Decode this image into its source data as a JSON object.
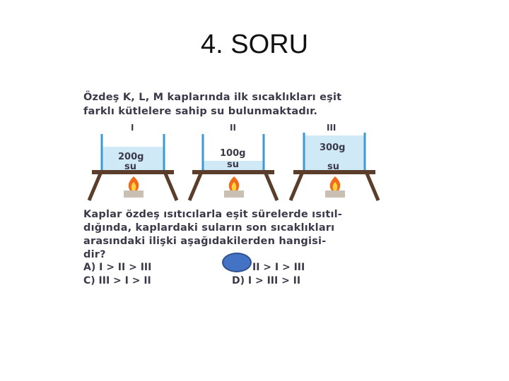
{
  "slide": {
    "title": "4. SORU"
  },
  "question": {
    "intro_line1": "Özdeş K, L, M kaplarında ilk sıcaklıkları eşit",
    "intro_line2": "farklı kütlelere sahip su bulunmaktadır.",
    "prompt_line1": "Kaplar özdeş ısıtıcılarla eşit sürelerde ısıtıl-",
    "prompt_line2": "dığında, kaplardaki suların son sıcaklıkları",
    "prompt_line3": "arasındaki  ilişki  aşağıdakilerden  hangisi-",
    "prompt_line4": "dir?"
  },
  "containers": [
    {
      "roman": "I",
      "mass": "200g",
      "substance": "su"
    },
    {
      "roman": "II",
      "mass": "100g",
      "substance": "su"
    },
    {
      "roman": "III",
      "mass": "300g",
      "substance": "su"
    }
  ],
  "options": {
    "a": "A) I > II > III",
    "b": "II > I > III",
    "c": "C) III > I > II",
    "d": "D) I > III > II"
  },
  "colors": {
    "water": "#cfe9f7",
    "glass": "#3b9ad6",
    "stand": "#5a3d2b",
    "flame": "#f26a1b",
    "answer_marker": "#4472c4"
  }
}
